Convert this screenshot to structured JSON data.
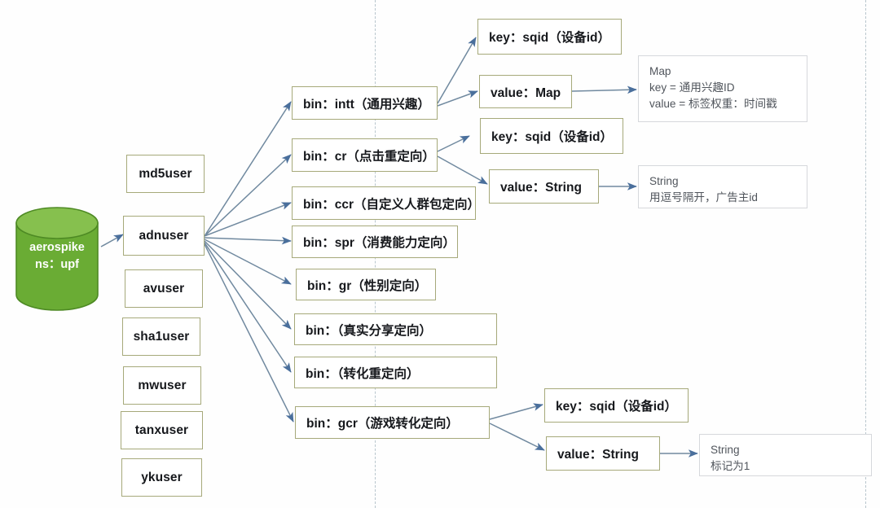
{
  "diagram": {
    "title": "aerospike upf namespace set/bin structure",
    "colors": {
      "box_border": "#a6a97a",
      "note_border": "#d6d8dc",
      "arrow": "#5a7fa6",
      "cylinder_body": "#6aac34",
      "cylinder_top": "#86c04e",
      "divider": "#b9c6cd",
      "text": "#16181c",
      "note_text": "#50555c"
    }
  },
  "datastore": {
    "name": "database-cylinder",
    "line1": "aerospike",
    "line2": "ns：upf"
  },
  "sets": [
    {
      "label": "md5user"
    },
    {
      "label": "adnuser"
    },
    {
      "label": "avuser"
    },
    {
      "label": "sha1user"
    },
    {
      "label": "mwuser"
    },
    {
      "label": "tanxuser"
    },
    {
      "label": "ykuser"
    }
  ],
  "bins": [
    {
      "label": "bin：intt（通用兴趣）"
    },
    {
      "label": "bin：cr（点击重定向）"
    },
    {
      "label": "bin：ccr（自定义人群包定向）"
    },
    {
      "label": "bin：spr（消费能力定向）"
    },
    {
      "label": "bin：gr（性别定向）"
    },
    {
      "label": "bin：（真实分享定向）"
    },
    {
      "label": "bin：（转化重定向）"
    },
    {
      "label": "bin：gcr（游戏转化定向）"
    }
  ],
  "kv": [
    {
      "label": "key：sqid（设备id）"
    },
    {
      "label": "value：Map"
    },
    {
      "label": "key：sqid（设备id）"
    },
    {
      "label": "value：String"
    },
    {
      "label": "key：sqid（设备id）"
    },
    {
      "label": "value：String"
    }
  ],
  "notes": [
    {
      "text": "Map\nkey = 通用兴趣ID\nvalue = 标签权重：时间戳"
    },
    {
      "text": "String\n用逗号隔开，广告主id"
    },
    {
      "text": "String\n标记为1"
    }
  ]
}
